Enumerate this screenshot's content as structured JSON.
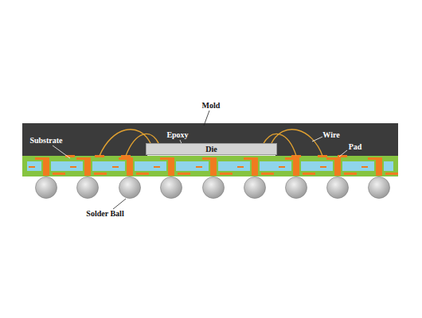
{
  "diagram": {
    "nodes": [
      {
        "text": [
          "Die"
        ]
      }
    ],
    "labels": [
      "Mold",
      "Epoxy",
      "Wire",
      "Substrate",
      "Pad",
      "Solder Ball"
    ]
  }
}
